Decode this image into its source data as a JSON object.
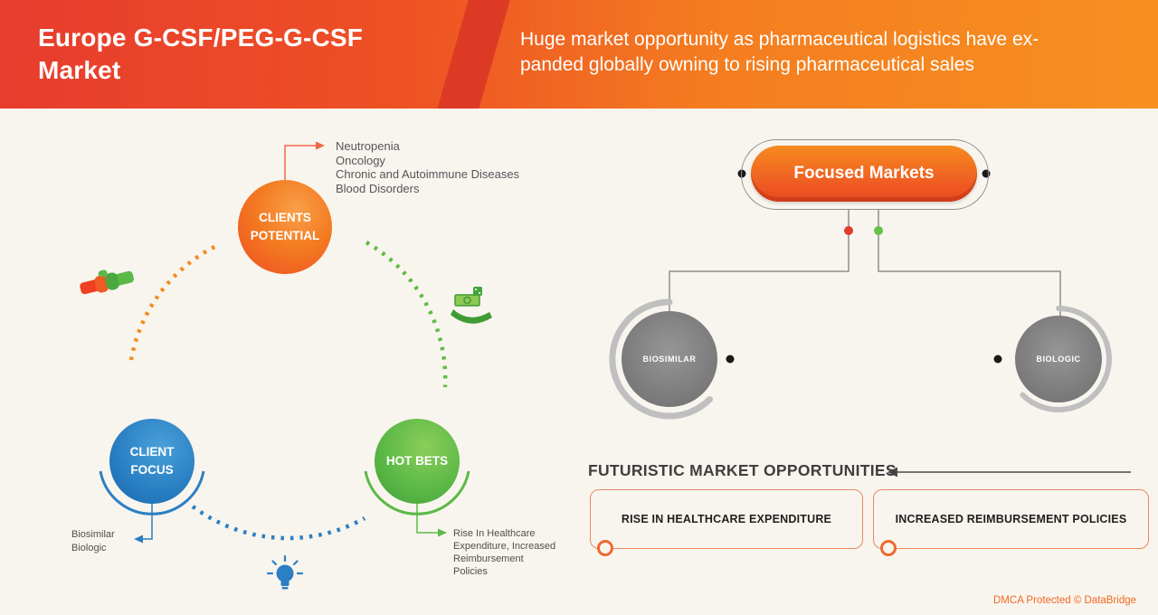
{
  "header": {
    "title_line1": "Europe G-CSF/PEG-G-CSF",
    "title_line2": "Market",
    "subtitle_line1": "Huge market opportunity as pharmaceutical logistics have ex-",
    "subtitle_line2": "panded globally owning to rising pharmaceutical sales"
  },
  "left_diagram": {
    "clients_potential": {
      "label": "CLIENTS POTENTIAL",
      "items": [
        "Neutropenia",
        "Oncology",
        "Chronic and Autoimmune Diseases",
        "Blood Disorders"
      ]
    },
    "client_focus": {
      "label": "CLIENT FOCUS",
      "items": [
        "Biosimilar",
        "Biologic"
      ]
    },
    "hot_bets": {
      "label": "HOT BETS",
      "note_lines": [
        "Rise In Healthcare",
        "Expenditure, Increased",
        "Reimbursement",
        "Policies"
      ]
    }
  },
  "right_diagram": {
    "focused_markets_label": "Focused Markets",
    "left_node_label": "BIOSIMILAR",
    "right_node_label": "BIOLOGIC"
  },
  "opportunities": {
    "heading": "FUTURISTIC MARKET OPPORTUNITIES",
    "box1": "RISE IN HEALTHCARE EXPENDITURE",
    "box2": "INCREASED REIMBURSEMENT POLICIES"
  },
  "footer": {
    "dmca": "DMCA Protected © DataBridge"
  },
  "colors": {
    "header_red": "#e73c2e",
    "header_orange": "#f68b1f",
    "accent_orange": "#ee4b23",
    "accent_blue": "#2c7fc2",
    "accent_green": "#5cb947",
    "node_gray": "#7f7f7f",
    "dot_red": "#e03c2e",
    "dot_green": "#66bf4a",
    "box_border": "#e98a5a",
    "dmca_orange": "#f26822"
  }
}
